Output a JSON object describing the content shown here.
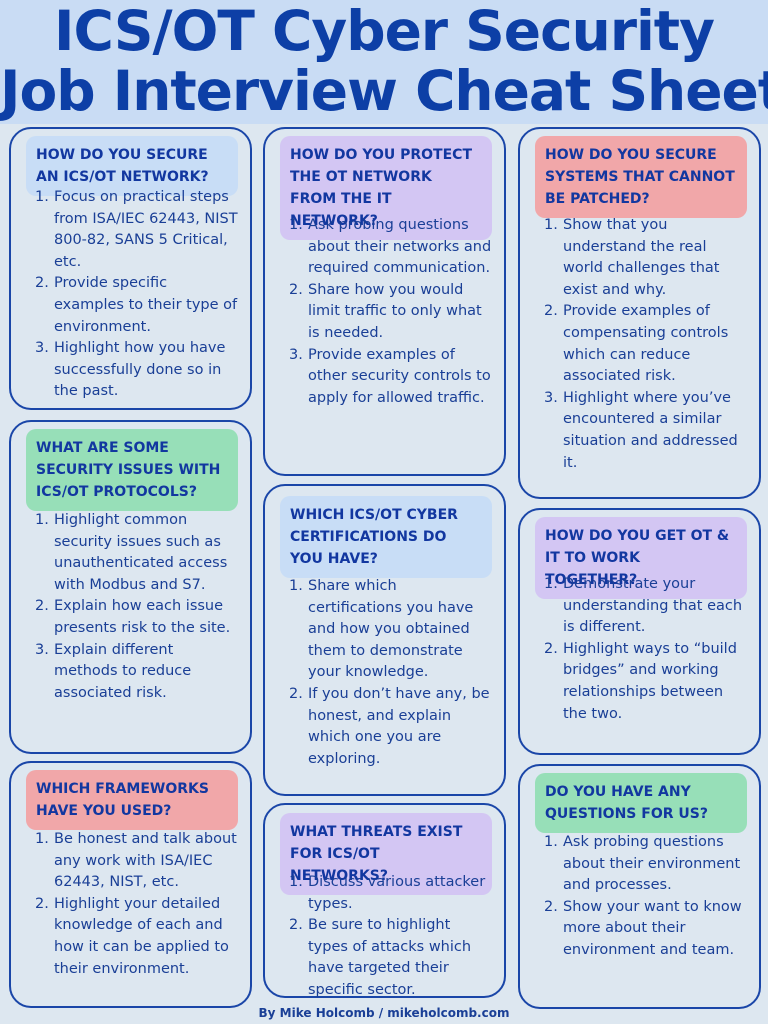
{
  "title": {
    "line1": "ICS/OT Cyber Security",
    "line2": "Job Interview Cheat Sheet"
  },
  "cards": [
    {
      "question": "HOW DO YOU SECURE AN ICS/OT NETWORK?",
      "points": [
        "Focus on practical steps from ISA/IEC 62443, NIST 800-82, SANS 5 Critical, etc.",
        "Provide specific examples to their type of environment.",
        "Highlight how you have successfully done so in the past."
      ]
    },
    {
      "question": "WHAT ARE SOME SECURITY ISSUES WITH ICS/OT PROTOCOLS?",
      "points": [
        "Highlight common security issues such as unauthenticated access with Modbus and S7.",
        "Explain how each issue presents risk to the site.",
        "Explain different methods to reduce associated risk."
      ]
    },
    {
      "question": "WHICH FRAMEWORKS HAVE YOU USED?",
      "points": [
        "Be honest and talk about any work with ISA/IEC 62443, NIST, etc.",
        "Highlight your detailed knowledge of each and how it can be applied to their environment."
      ]
    },
    {
      "question": "HOW DO YOU PROTECT THE OT NETWORK FROM THE IT NETWORK?",
      "points": [
        "Ask probing questions about their networks and required communication.",
        "Share how you would limit traffic to only what is needed.",
        "Provide examples of other security controls to apply for allowed traffic."
      ]
    },
    {
      "question": "WHICH ICS/OT CYBER CERTIFICATIONS DO YOU HAVE?",
      "points": [
        "Share which certifications you have and how you obtained them to demonstrate your knowledge.",
        "If you don’t have any, be honest, and explain which one you are exploring."
      ]
    },
    {
      "question": "WHAT THREATS EXIST FOR ICS/OT NETWORKS?",
      "points": [
        "Discuss various attacker types.",
        "Be sure to highlight types of attacks which have targeted their specific sector."
      ]
    },
    {
      "question": "HOW DO YOU SECURE SYSTEMS THAT CANNOT BE PATCHED?",
      "points": [
        "Show that you understand the real world challenges that exist and why.",
        "Provide examples of compensating controls which can reduce associated risk.",
        "Highlight where you’ve encountered a similar situation and addressed it."
      ]
    },
    {
      "question": "HOW DO YOU GET OT & IT TO WORK TOGETHER?",
      "points": [
        "Demonstrate your understanding that each is different.",
        "Highlight ways to “build bridges” and working relationships between the two."
      ]
    },
    {
      "question": "DO YOU HAVE ANY QUESTIONS FOR US?",
      "points": [
        "Ask probing questions about their environment and processes.",
        "Show your want to know more about their environment and team."
      ]
    }
  ],
  "footer": "By Mike Holcomb / mikeholcomb.com",
  "colors": {
    "title": "#0d3fa6",
    "header_bg": "#c9dcf4",
    "page_bg": "#dde7f0",
    "border": "#1a46a8",
    "blue": "#c8ddf6",
    "purple": "#d3c6f3",
    "red": "#f1a7a9",
    "green": "#97dfb8"
  }
}
